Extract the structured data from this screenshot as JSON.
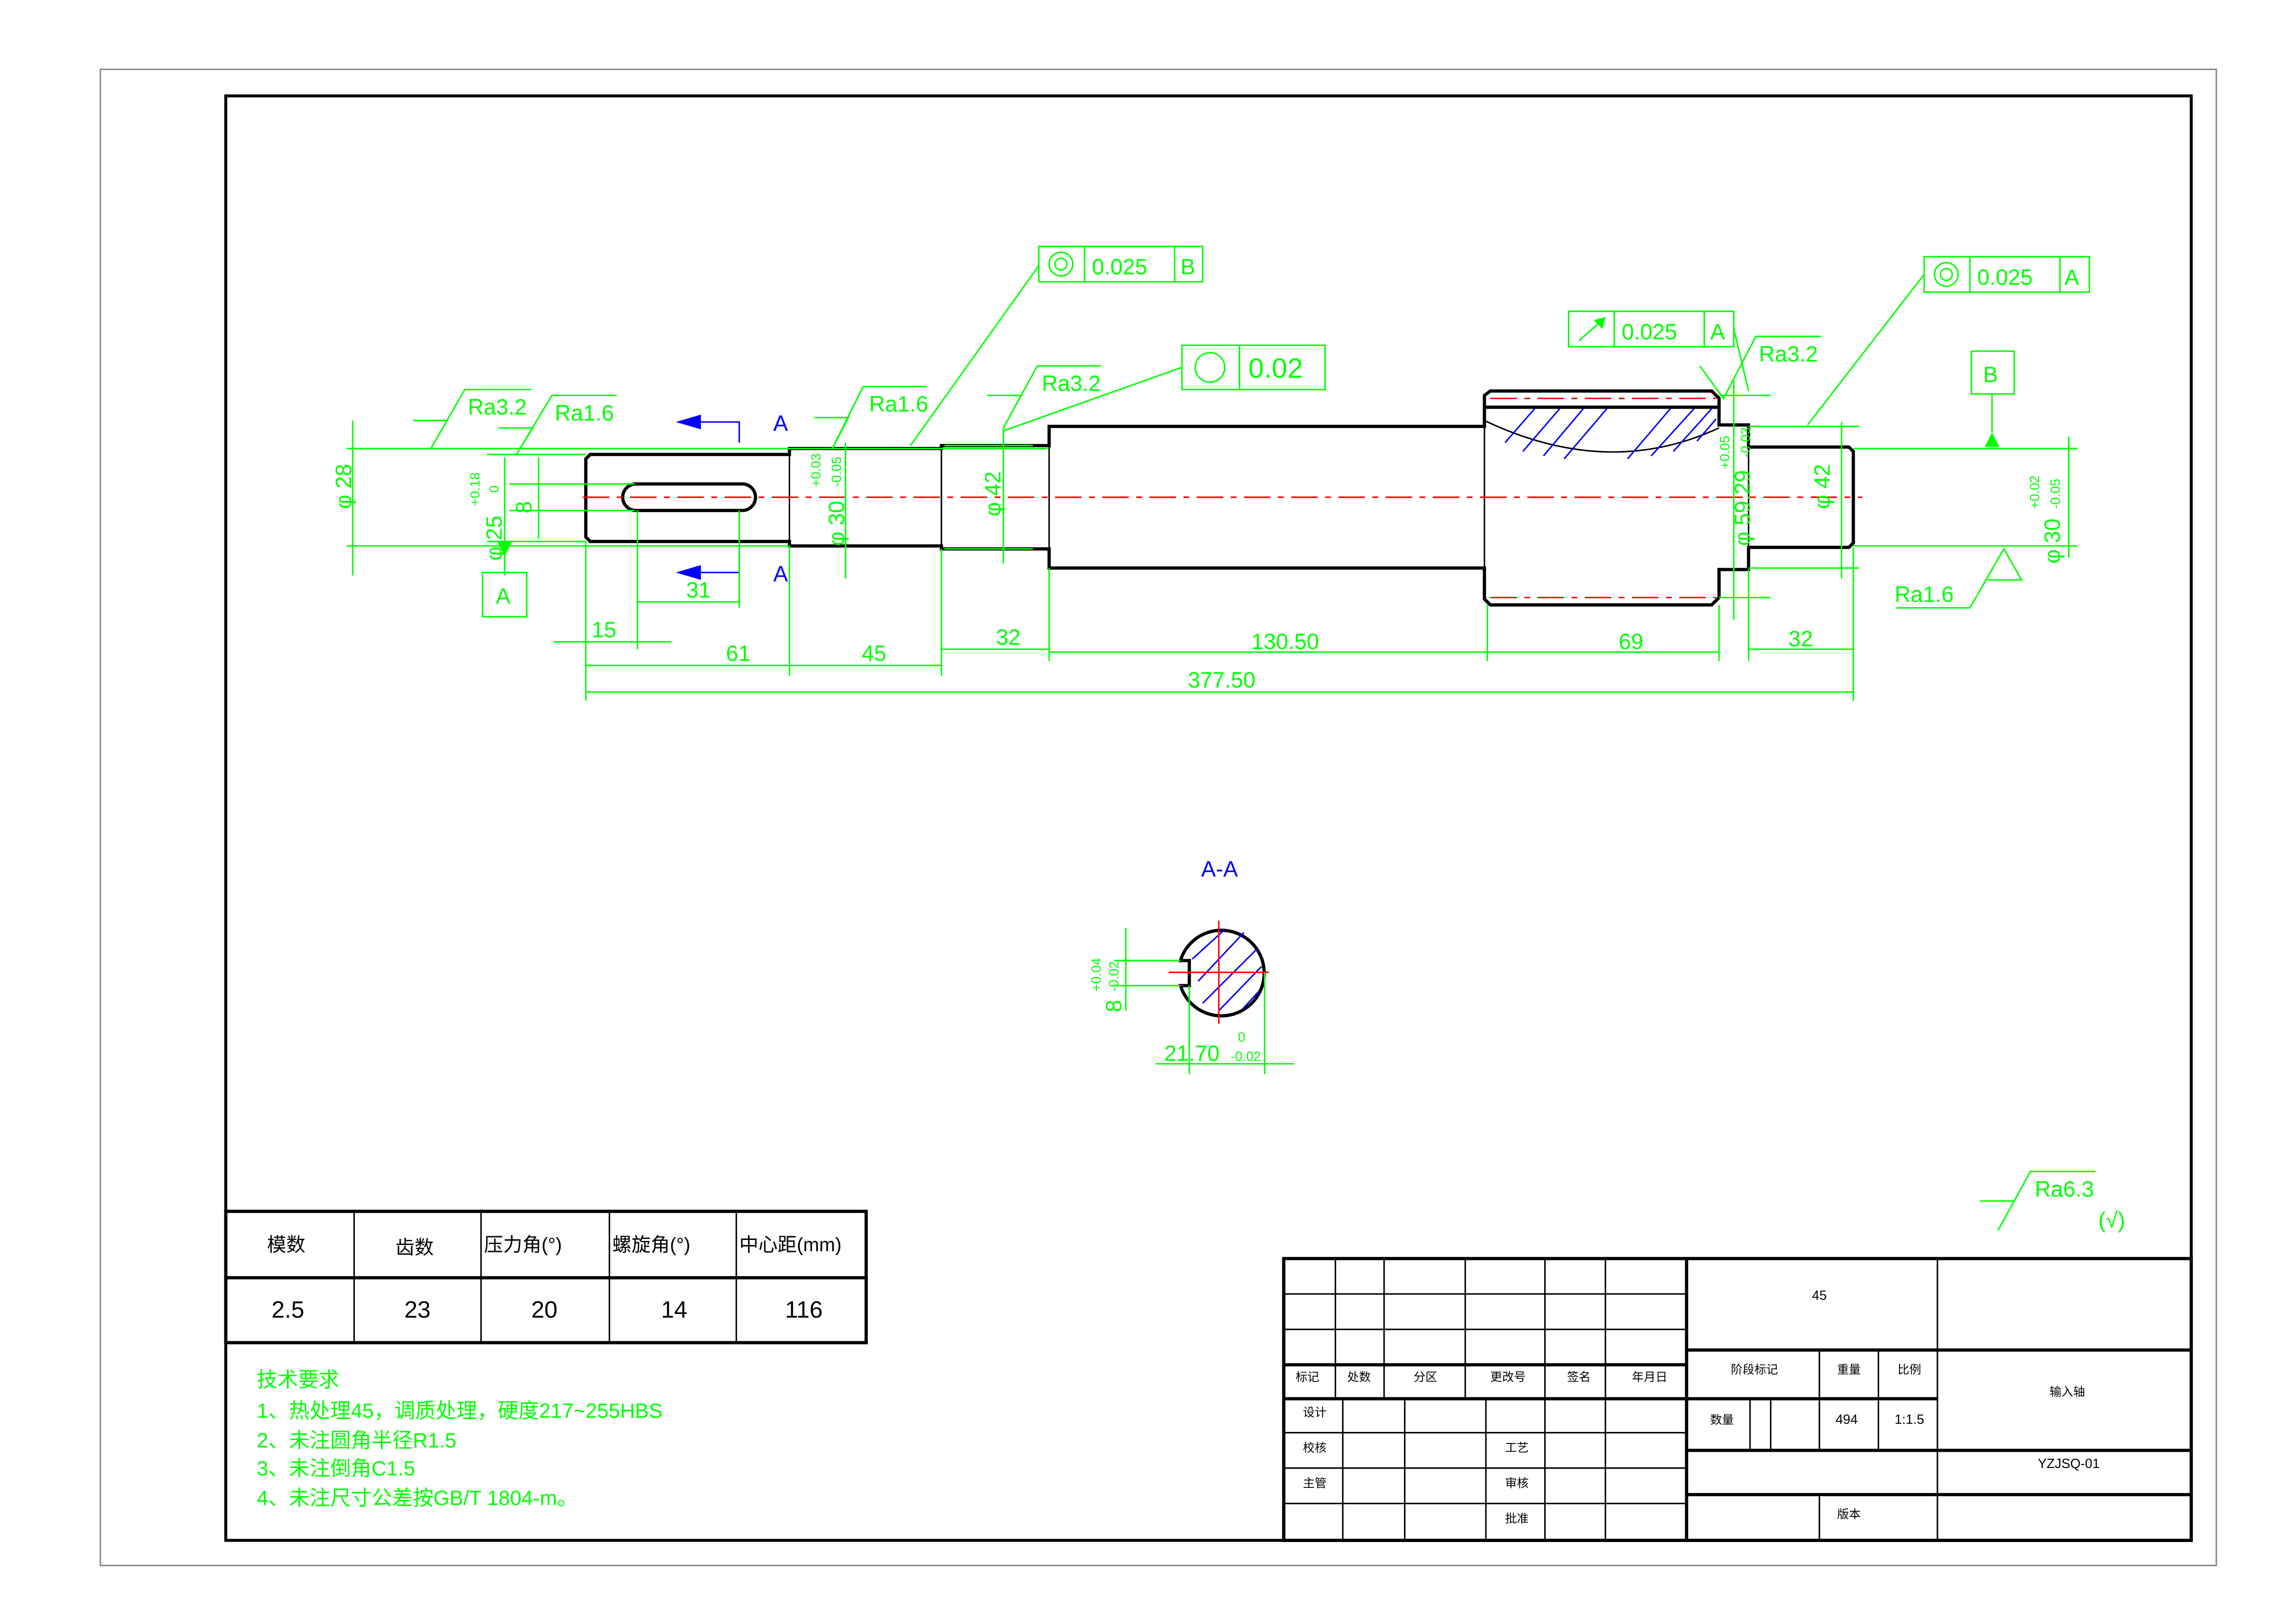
{
  "drawing": {
    "section_marker": "A",
    "section_view_title": "A-A",
    "datum_a": "A",
    "datum_b": "B",
    "gdt_frames": [
      {
        "symbol": "concentricity",
        "value": "0.025",
        "datum": "B"
      },
      {
        "symbol": "circularity",
        "value": "0.02"
      },
      {
        "symbol": "circular-runout",
        "value": "0.025",
        "datum": "A"
      },
      {
        "symbol": "concentricity",
        "value": "0.025",
        "datum": "A"
      }
    ],
    "roughness": [
      "Ra3.2",
      "Ra1.6",
      "Ra1.6",
      "Ra3.2",
      "Ra3.2",
      "Ra1.6",
      "Ra6.3",
      "(√)"
    ],
    "dimensions": {
      "d28": "φ 28",
      "tol_018": "+0.18",
      "tol_0": "0",
      "d25": "φ 25",
      "key_width": "8",
      "tol_p003": "+0.03",
      "tol_m005": "-0.05",
      "d30_left": "φ 30",
      "d42_left": "φ 42",
      "tol_p005": "+0.05",
      "tol_m003": "-0.03",
      "d5929": "φ 59.29",
      "d42_right": "φ 42",
      "tol_p002": "+0.02",
      "tol_m005b": "-0.05",
      "d30_right": "φ 30",
      "len_15": "15",
      "len_31": "31",
      "len_61": "61",
      "len_45": "45",
      "len_32a": "32",
      "len_130": "130.50",
      "len_69": "69",
      "len_32b": "32",
      "len_total": "377.50"
    },
    "section_dims": {
      "tol_p004": "+0.04",
      "tol_m002": "-0.02",
      "key_width": "8",
      "depth": "21.70",
      "tol_0": "0",
      "tol_m002b": "-0.02"
    }
  },
  "gear_table": {
    "headers": [
      "模数",
      "齿数",
      "压力角(°)",
      "螺旋角(°)",
      "中心距(mm)"
    ],
    "values": [
      "2.5",
      "23",
      "20",
      "14",
      "116"
    ]
  },
  "tech_requirements": {
    "title": "技术要求",
    "items": [
      "1、热处理45，调质处理，硬度217~255HBS",
      "2、未注圆角半径R1.5",
      "3、未注倒角C1.5",
      "4、未注尺寸公差按GB/T 1804-m。"
    ]
  },
  "title_block": {
    "material": "45",
    "header_labels": [
      "标记",
      "处数",
      "分区",
      "更改号",
      "签名",
      "年月日"
    ],
    "role_labels": [
      "设计",
      "校核",
      "主管"
    ],
    "role_labels_mid": [
      "工艺",
      "审核",
      "批准"
    ],
    "stage_mark": "阶段标记",
    "weight_label": "重量",
    "scale_label": "比例",
    "quantity_label": "数量",
    "weight": "494",
    "scale": "1:1.5",
    "part_name": "输入轴",
    "drawing_number": "YZJSQ-01",
    "version_label": "版本"
  }
}
